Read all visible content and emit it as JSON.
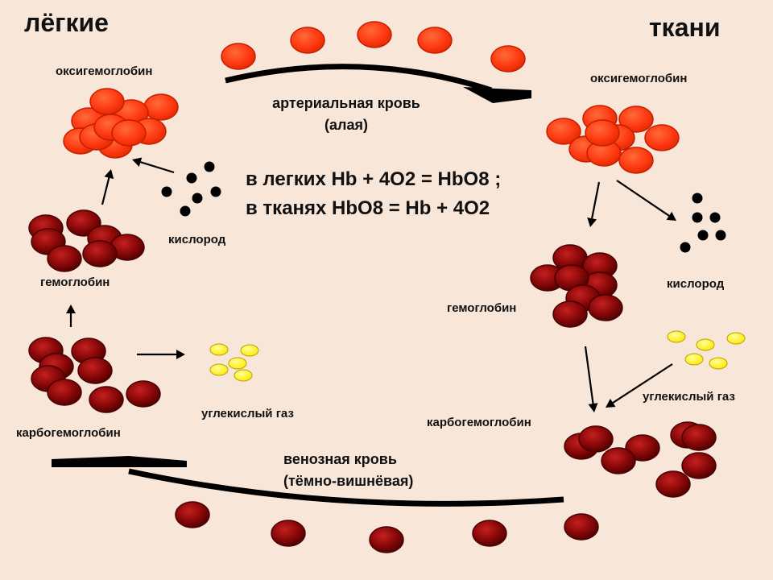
{
  "titles": {
    "lungs": "лёгкие",
    "tissues": "ткани"
  },
  "labels": {
    "oxyhemoglobin_left": "оксигемоглобин",
    "oxyhemoglobin_right": "оксигемоглобин",
    "oxygen_left": "кислород",
    "oxygen_right": "кислород",
    "hemoglobin_left": "гемоглобин",
    "hemoglobin_right": "гемоглобин",
    "co2_left": "углекислый газ",
    "co2_right": "углекислый газ",
    "carbo_left": "карбогемоглобин",
    "carbo_right": "карбогемоглобин"
  },
  "arterial": {
    "line1": "артериальная кровь",
    "line2": "(алая)"
  },
  "venous": {
    "line1": "венозная кровь",
    "line2": "(тёмно-вишнёвая)"
  },
  "equations": {
    "lungs": "в легких Hb + 4O2 = HbO8 ;",
    "tissues": "в тканях HbO8  = Hb + 4O2"
  },
  "colors": {
    "background": "#f8e6d8",
    "oxy_cell": "#ff3a12",
    "oxy_stroke": "#c41e00",
    "deoxy_cell": "#8a0808",
    "deoxy_stroke": "#4a0000",
    "co2": "#fff200",
    "oxygen": "#000000"
  }
}
